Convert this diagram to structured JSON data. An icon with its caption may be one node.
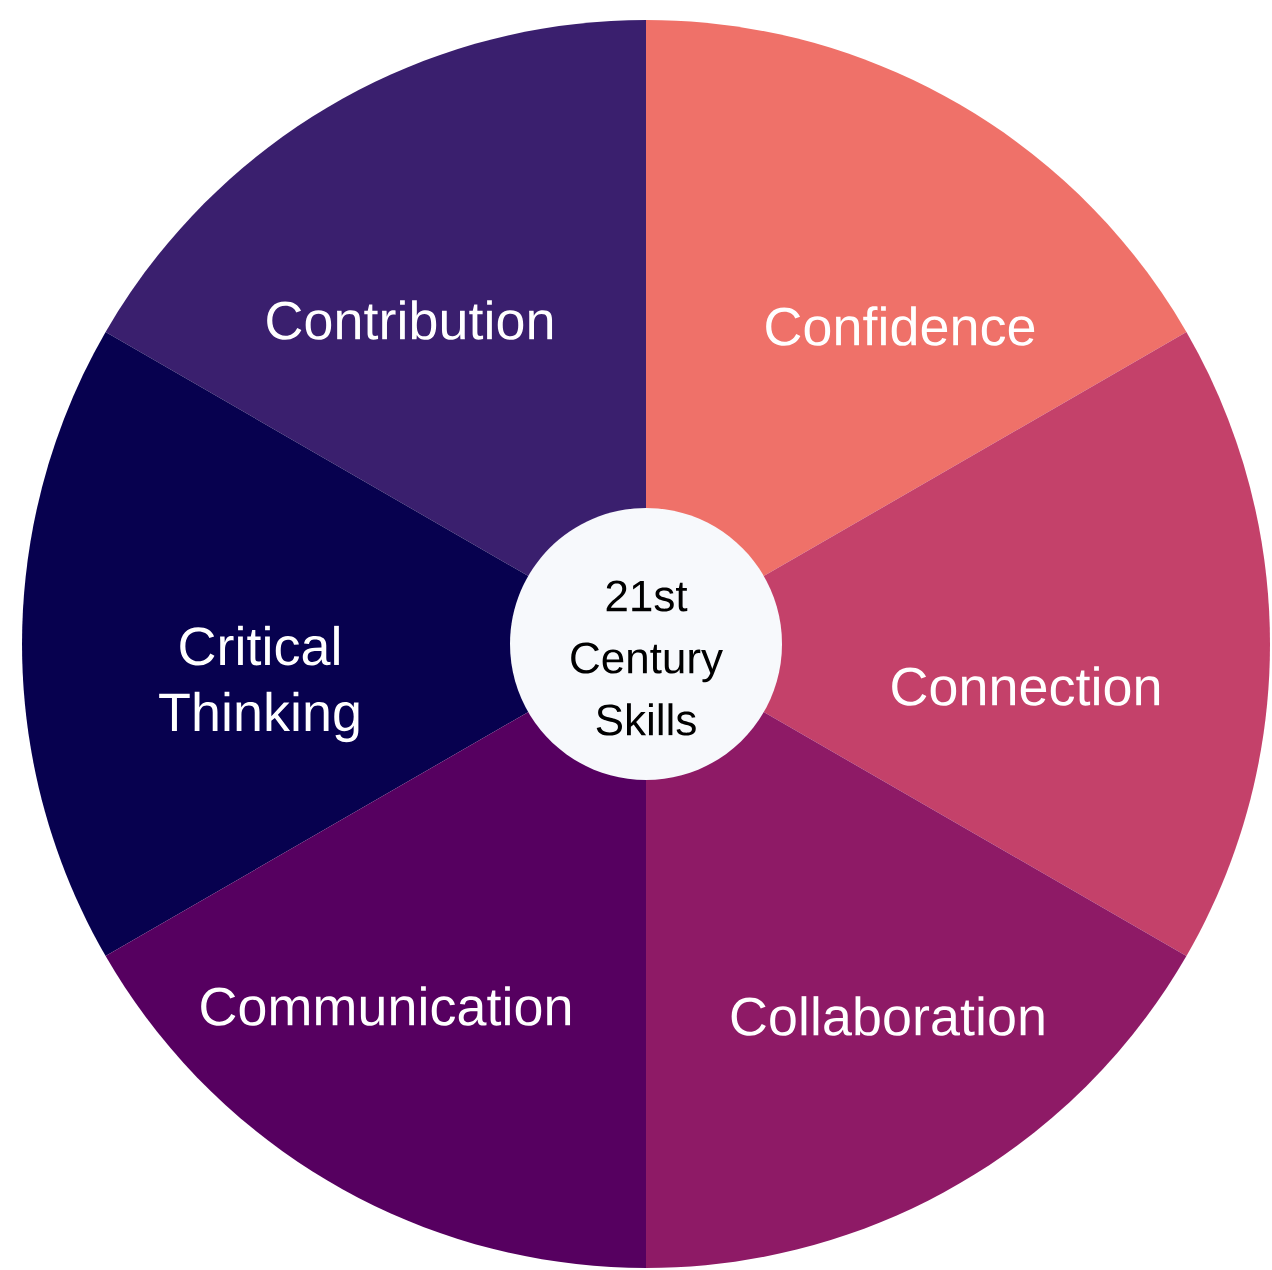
{
  "diagram": {
    "nodes": [
      {
        "text": [
          "Contribution"
        ]
      },
      {
        "text": [
          "Confidence"
        ]
      },
      {
        "text": [
          "Critical Thinking"
        ]
      },
      {
        "text": [
          "21st Century Skills"
        ]
      },
      {
        "text": [
          "Connection"
        ]
      },
      {
        "text": [
          "Communication"
        ]
      },
      {
        "text": [
          "Collaboration"
        ]
      }
    ]
  }
}
